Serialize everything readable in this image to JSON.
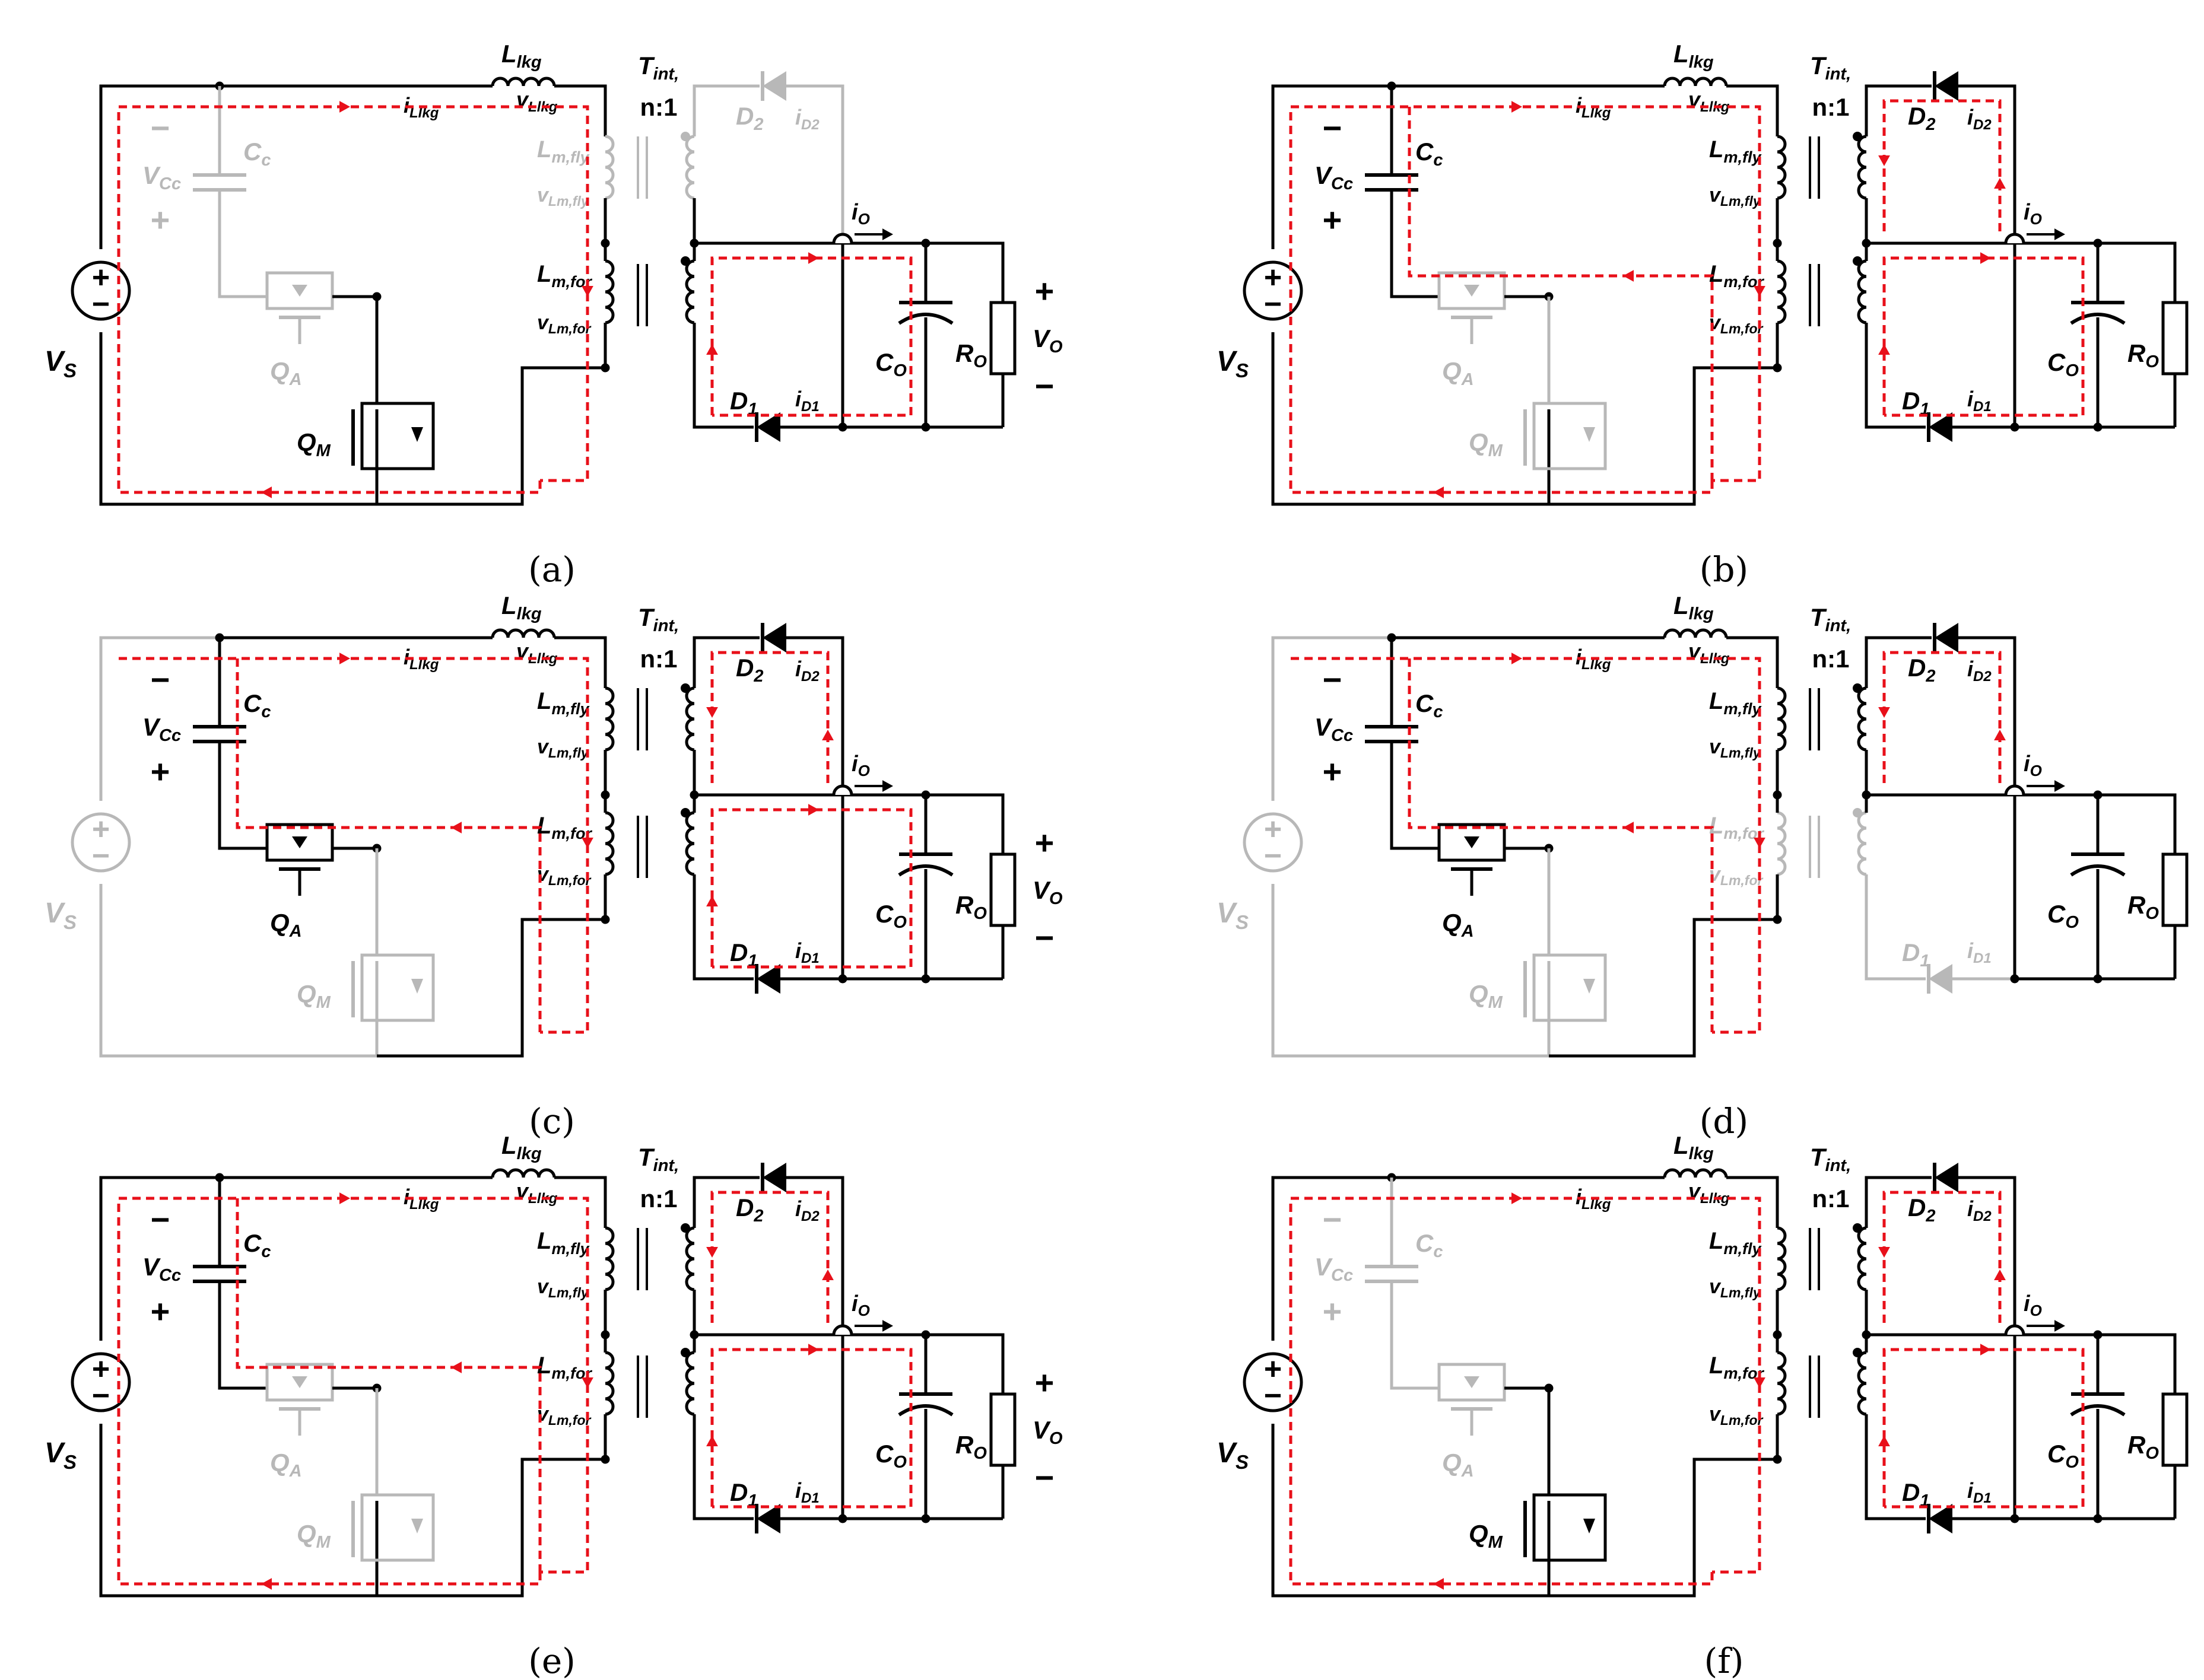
{
  "colors": {
    "wire": "#000000",
    "inactive": "#b8b8b8",
    "current": "#e8101a",
    "background": "#ffffff"
  },
  "text": {
    "Llkg": [
      "L",
      "lkg"
    ],
    "Tint": [
      "T",
      "int,"
    ],
    "ratio": "n:1",
    "iLlkg": [
      "i",
      "Llkg"
    ],
    "vLlkg": [
      "v",
      "Llkg"
    ],
    "Lmfly": [
      "L",
      "m,fly"
    ],
    "vLmfly": [
      "v",
      "Lm,fly"
    ],
    "Lmfor": [
      "L",
      "m,for"
    ],
    "vLmfor": [
      "v",
      "Lm,for"
    ],
    "D2": [
      "D",
      "2"
    ],
    "iD2": [
      "i",
      "D2"
    ],
    "D1": [
      "D",
      "1"
    ],
    "iD1": [
      "i",
      "D1"
    ],
    "iO": [
      "i",
      "O"
    ],
    "CO": [
      "C",
      "O"
    ],
    "RO": [
      "R",
      "O"
    ],
    "VO": [
      "V",
      "O"
    ],
    "Cc": [
      "C",
      "c"
    ],
    "VCc": [
      "V",
      "Cc"
    ],
    "VS": [
      "V",
      "S"
    ],
    "QA": [
      "Q",
      "A"
    ],
    "QM": [
      "Q",
      "M"
    ],
    "plus": "+",
    "minus": "−"
  },
  "panels": [
    {
      "id": "a",
      "caption": "(a)",
      "source_active": true,
      "cc_active": false,
      "qa_active": false,
      "qm_active": true,
      "forward_active": true,
      "flyback_active": false,
      "d1_active": true,
      "d2_active": false
    },
    {
      "id": "b",
      "caption": "(b)",
      "source_active": true,
      "cc_active": true,
      "qa_active": false,
      "qm_active": false,
      "forward_active": true,
      "flyback_active": true,
      "d1_active": true,
      "d2_active": true
    },
    {
      "id": "c",
      "caption": "(c)",
      "source_active": false,
      "cc_active": true,
      "qa_active": true,
      "qm_active": false,
      "forward_active": true,
      "flyback_active": true,
      "d1_active": true,
      "d2_active": true
    },
    {
      "id": "d",
      "caption": "(d)",
      "source_active": false,
      "cc_active": true,
      "qa_active": true,
      "qm_active": false,
      "forward_active": false,
      "flyback_active": true,
      "d1_active": false,
      "d2_active": true
    },
    {
      "id": "e",
      "caption": "(e)",
      "source_active": true,
      "cc_active": true,
      "qa_active": false,
      "qm_active": false,
      "forward_active": true,
      "flyback_active": true,
      "d1_active": true,
      "d2_active": true
    },
    {
      "id": "f",
      "caption": "(f)",
      "source_active": true,
      "cc_active": false,
      "qa_active": false,
      "qm_active": true,
      "forward_active": true,
      "flyback_active": true,
      "d1_active": true,
      "d2_active": true
    }
  ]
}
